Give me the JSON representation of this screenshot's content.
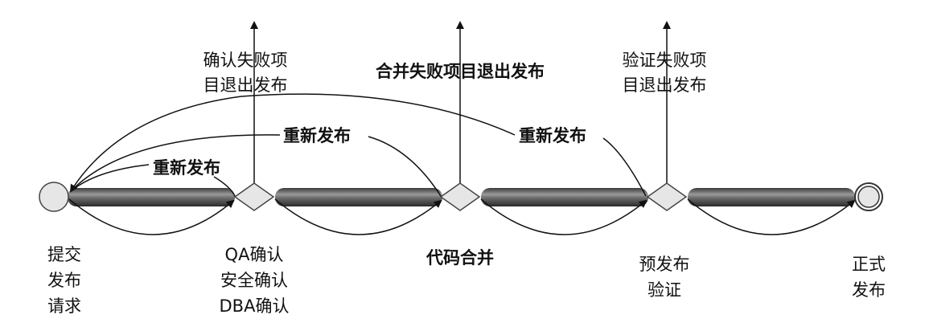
{
  "stages": [
    {
      "id": "submit",
      "label_lines": [
        "提交",
        "发布",
        "请求"
      ]
    },
    {
      "id": "confirm",
      "label_lines": [
        "QA确认",
        "安全确认",
        "DBA确认"
      ]
    },
    {
      "id": "merge",
      "label_lines": [
        "代码合并"
      ]
    },
    {
      "id": "preverify",
      "label_lines": [
        "预发布",
        "验证"
      ]
    },
    {
      "id": "release",
      "label_lines": [
        "正式",
        "发布"
      ]
    }
  ],
  "exits": [
    {
      "label_lines": [
        "确认失败项",
        "目退出发布"
      ]
    },
    {
      "label_lines": [
        "合并失败项目退出发布"
      ]
    },
    {
      "label_lines": [
        "验证失败项",
        "目退出发布"
      ]
    }
  ],
  "retry_label": "重新发布",
  "retries": [
    "重新发布",
    "重新发布",
    "重新发布"
  ]
}
